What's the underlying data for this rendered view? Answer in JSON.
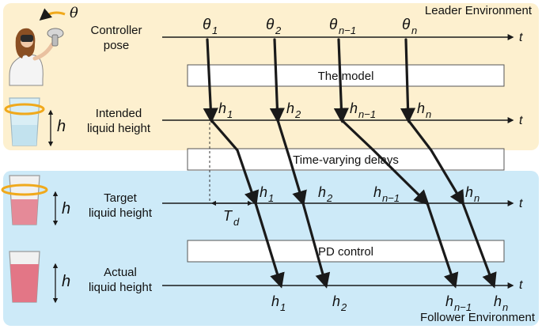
{
  "leader_env": {
    "title": "Leader Environment"
  },
  "follower_env": {
    "title": "Follower Environment"
  },
  "rows": {
    "pose": {
      "label_line1": "Controller",
      "label_line2": "pose"
    },
    "intended": {
      "label_line1": "Intended",
      "label_line2": "liquid height"
    },
    "target": {
      "label_line1": "Target",
      "label_line2": "liquid height"
    },
    "actual": {
      "label_line1": "Actual",
      "label_line2": "liquid height"
    }
  },
  "axis_label": "t",
  "boxes": {
    "model": "The model",
    "delays": "Time-varying delays",
    "pd": "PD control"
  },
  "symbols": {
    "theta": "θ",
    "h": "h",
    "delay_symbol": "T",
    "delay_sub": "d",
    "theta_labels": [
      {
        "base": "θ",
        "sub": "1"
      },
      {
        "base": "θ",
        "sub": "2"
      },
      {
        "base": "θ",
        "sub": "n−1"
      },
      {
        "base": "θ",
        "sub": "n"
      }
    ],
    "h_labels": [
      {
        "base": "h",
        "sub": "1"
      },
      {
        "base": "h",
        "sub": "2"
      },
      {
        "base": "h",
        "sub": "n−1"
      },
      {
        "base": "h",
        "sub": "n"
      }
    ]
  },
  "colors": {
    "leader_bg": "#fdf0cf",
    "follower_bg": "#cdeaf8",
    "arrow": "#1a1a1a",
    "ring": "#f0a91c",
    "liquid": "#e58a98"
  }
}
